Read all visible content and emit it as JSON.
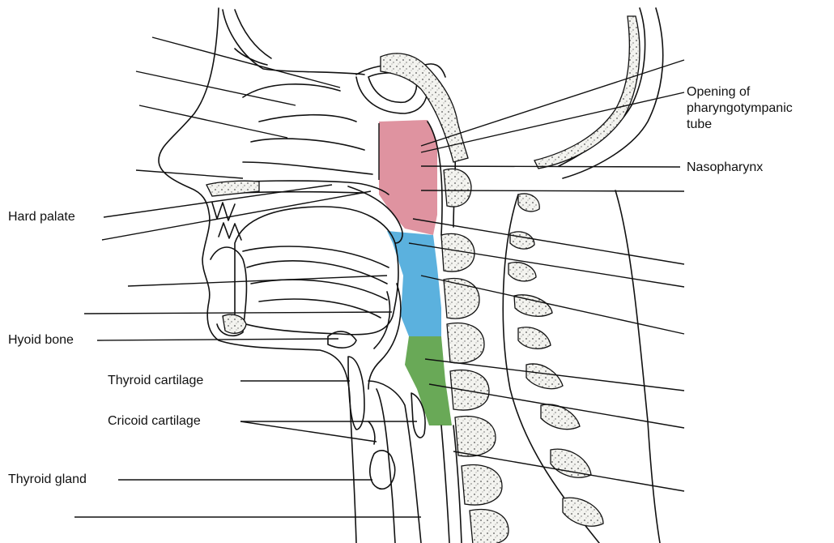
{
  "labels": {
    "opening_line1": "Opening of",
    "opening_line2": "pharyngotympanic",
    "opening_line3": "tube",
    "nasopharynx": "Nasopharynx",
    "hard_palate": "Hard palate",
    "hyoid_bone": "Hyoid bone",
    "thyroid_cartilage": "Thyroid cartilage",
    "cricoid_cartilage": "Cricoid cartilage",
    "thyroid_gland": "Thyroid gland"
  },
  "colors": {
    "nasopharynx_region": "#d9808f",
    "oropharynx_region": "#3ea3d8",
    "laryngopharynx_region": "#4f9a3a",
    "bone_fill": "#f1f1ee",
    "line": "#111111"
  },
  "regions": [
    "nasopharynx",
    "oropharynx",
    "laryngopharynx"
  ],
  "icons": [
    "leader-line"
  ]
}
